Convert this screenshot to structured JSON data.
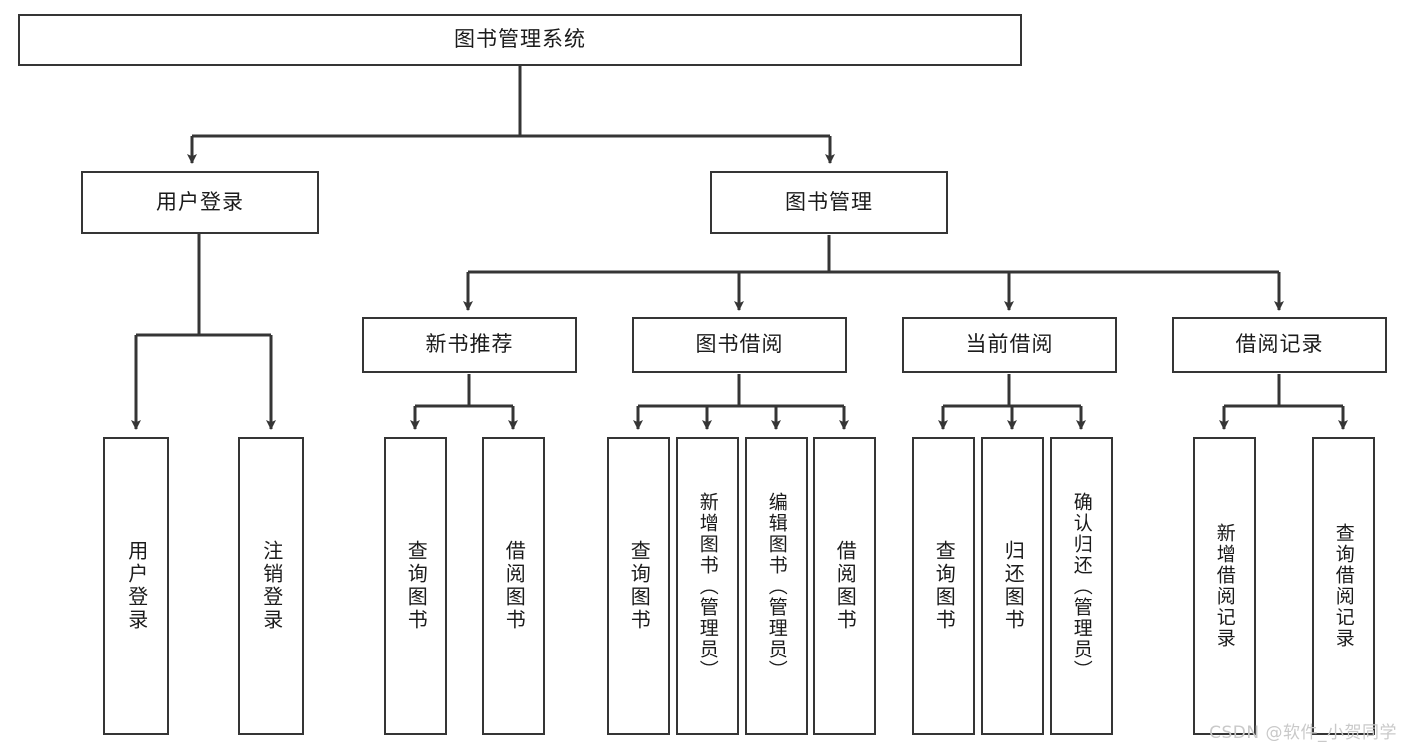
{
  "diagram": {
    "title": "图书管理系统",
    "type": "tree",
    "root": {
      "id": "root",
      "label": "图书管理系统"
    },
    "level2": [
      {
        "id": "user-login",
        "label": "用户登录"
      },
      {
        "id": "book-manage",
        "label": "图书管理"
      }
    ],
    "level3": [
      {
        "id": "new-book-recommend",
        "label": "新书推荐",
        "parent": "book-manage"
      },
      {
        "id": "book-borrow",
        "label": "图书借阅",
        "parent": "book-manage"
      },
      {
        "id": "current-borrow",
        "label": "当前借阅",
        "parent": "book-manage"
      },
      {
        "id": "borrow-record",
        "label": "借阅记录",
        "parent": "book-manage"
      }
    ],
    "leaves": [
      {
        "id": "leaf-user-login",
        "label": "用户登录",
        "parent": "user-login"
      },
      {
        "id": "leaf-user-logout",
        "label": "注销登录",
        "parent": "user-login"
      },
      {
        "id": "leaf-query-book-1",
        "label": "查询图书",
        "parent": "new-book-recommend"
      },
      {
        "id": "leaf-borrow-book-1",
        "label": "借阅图书",
        "parent": "new-book-recommend"
      },
      {
        "id": "leaf-query-book-2",
        "label": "查询图书",
        "parent": "book-borrow"
      },
      {
        "id": "leaf-add-book",
        "label": "新增图书（管理员）",
        "parent": "book-borrow"
      },
      {
        "id": "leaf-edit-book",
        "label": "编辑图书（管理员）",
        "parent": "book-borrow"
      },
      {
        "id": "leaf-borrow-book-2",
        "label": "借阅图书",
        "parent": "book-borrow"
      },
      {
        "id": "leaf-query-book-3",
        "label": "查询图书",
        "parent": "current-borrow"
      },
      {
        "id": "leaf-return-book",
        "label": "归还图书",
        "parent": "current-borrow"
      },
      {
        "id": "leaf-confirm-return",
        "label": "确认归还（管理员）",
        "parent": "current-borrow"
      },
      {
        "id": "leaf-add-record",
        "label": "新增借阅记录",
        "parent": "borrow-record"
      },
      {
        "id": "leaf-query-record",
        "label": "查询借阅记录",
        "parent": "borrow-record"
      }
    ],
    "colors": {
      "border": "#353535",
      "text": "#1b1b1b",
      "background": "#ffffff",
      "watermark": "#c9c9c9"
    }
  },
  "watermark": {
    "text": "CSDN @软件_小贺同学"
  }
}
